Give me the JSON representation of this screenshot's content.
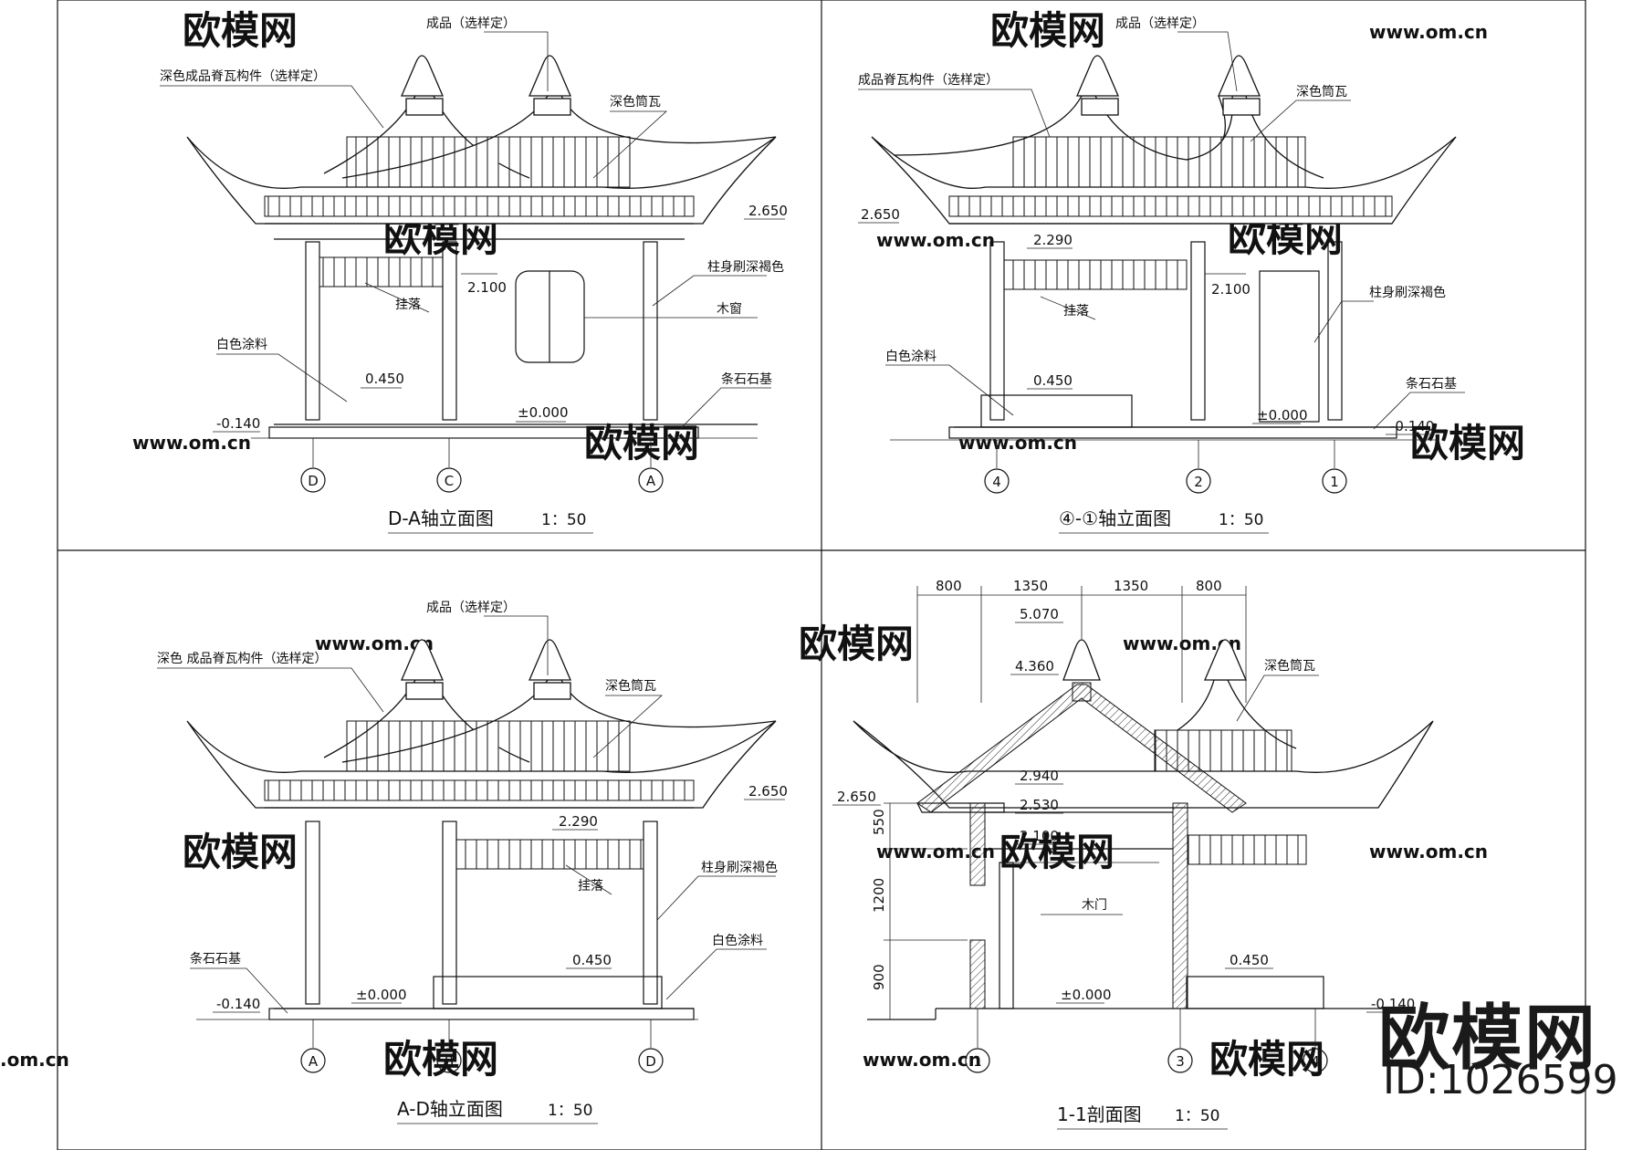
{
  "panels": [
    {
      "title": "D-A轴立面图",
      "scale": "1：50",
      "axes": [
        "D",
        "C",
        "A"
      ],
      "levels": [
        "2.650",
        "2.100",
        "0.450",
        "±0.000",
        "-0.140"
      ],
      "notes": [
        "成品（选样定）",
        "深色成品脊瓦构件（选样定）",
        "深色筒瓦",
        "柱身刷深褐色",
        "木窗",
        "挂落",
        "白色涂料",
        "条石石基"
      ]
    },
    {
      "title": "④-①轴立面图",
      "scale": "1：50",
      "axes": [
        "4",
        "2",
        "1"
      ],
      "levels": [
        "2.650",
        "2.290",
        "2.100",
        "0.450",
        "±0.000",
        "-0.140"
      ],
      "notes": [
        "成品（选样定）",
        "成品脊瓦构件（选样定）",
        "深色筒瓦",
        "柱身刷深褐色",
        "挂落",
        "白色涂料",
        "条石石基"
      ]
    },
    {
      "title": "A-D轴立面图",
      "scale": "1：50",
      "axes": [
        "A",
        "B",
        "D"
      ],
      "levels": [
        "2.650",
        "2.290",
        "0.450",
        "±0.000",
        "-0.140"
      ],
      "notes": [
        "成品（选样定）",
        "深色 成品脊瓦构件（选样定）",
        "深色筒瓦",
        "柱身刷深褐色",
        "挂落",
        "白色涂料",
        "条石石基"
      ]
    },
    {
      "title": "1-1剖面图",
      "scale": "1：50",
      "axes": [
        "1",
        "3",
        "4"
      ],
      "levels": [
        "5.070",
        "4.360",
        "2.940",
        "2.650",
        "2.530",
        "2.100",
        "0.450",
        "±0.000",
        "-0.140"
      ],
      "dims_top": [
        "800",
        "1350",
        "1350",
        "800"
      ],
      "dims_side": [
        "550",
        "1200",
        "900"
      ],
      "notes": [
        "深色筒瓦",
        "木门"
      ]
    }
  ],
  "watermark": {
    "brand": "欧模网",
    "url": "www.om.cn",
    "url_short": ".om.cn"
  },
  "badge": {
    "brand": "欧模网",
    "id": "ID:1026599"
  }
}
